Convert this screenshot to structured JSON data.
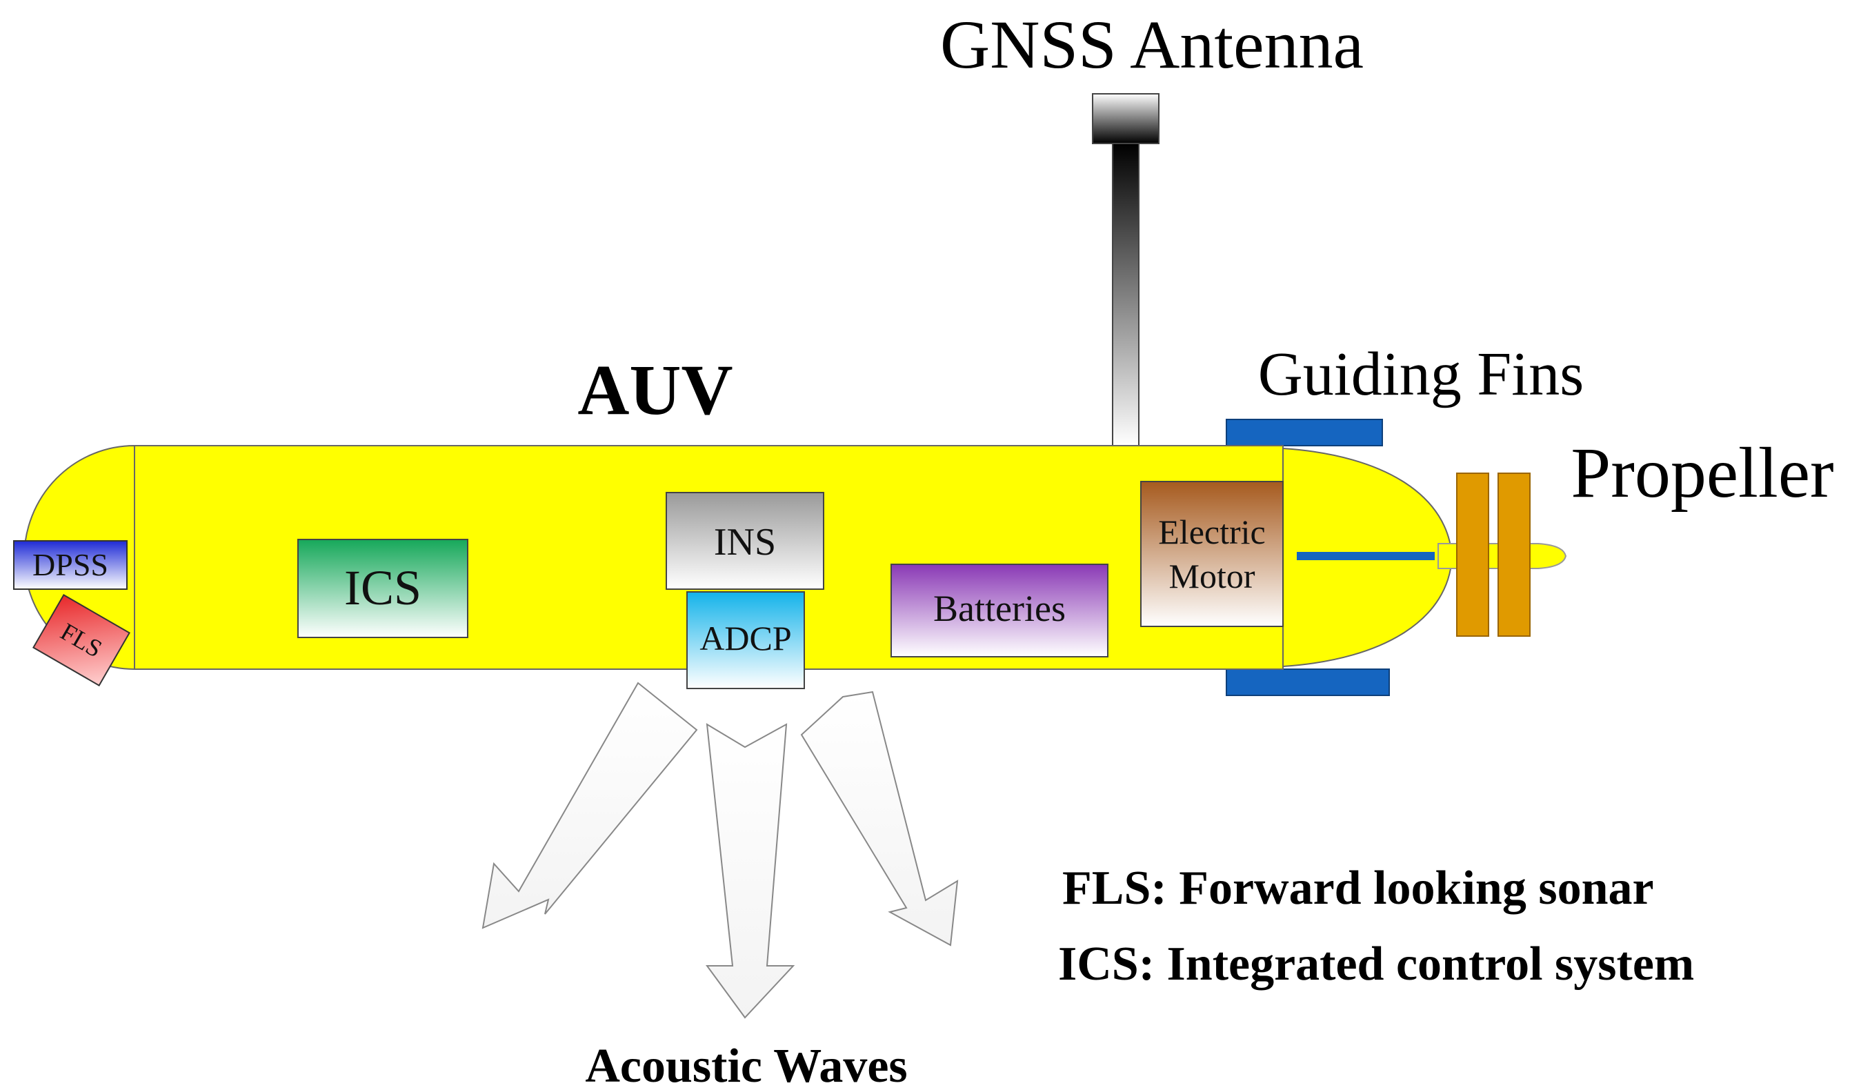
{
  "labels": {
    "gnss_antenna": "GNSS Antenna",
    "auv": "AUV",
    "guiding_fins": "Guiding Fins",
    "propeller": "Propeller",
    "acoustic_waves": "Acoustic Waves"
  },
  "components": {
    "dpss": "DPSS",
    "fls": "FLS",
    "ics": "ICS",
    "ins": "INS",
    "adcp": "ADCP",
    "batteries": "Batteries",
    "motor_line1": "Electric",
    "motor_line2": "Motor"
  },
  "legend": {
    "fls": "FLS: Forward looking sonar",
    "ics": "ICS: Integrated control system"
  },
  "colors": {
    "hull": "#ffff00",
    "fins": "#1565c0",
    "propeller": "#e09a00",
    "dpss": "#1f2bd6",
    "fls": "#e8282a",
    "ics": "#16a85a",
    "ins": "#9a9a9a",
    "adcp": "#14b3ea",
    "batteries": "#8a39b5",
    "motor": "#a65a1e"
  }
}
